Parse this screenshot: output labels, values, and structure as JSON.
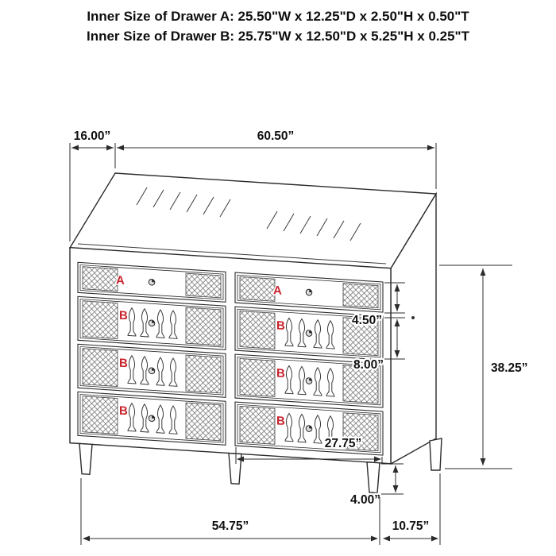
{
  "header": {
    "line1": "Inner Size of Drawer A: 25.50\"W x 12.25\"D x 2.50\"H x 0.50\"T",
    "line2": "Inner Size of Drawer B: 25.75\"W x 12.50\"D x 5.25\"H x 0.25\"T"
  },
  "drawer_labels": {
    "a": "A",
    "b": "B"
  },
  "dimensions": {
    "top_depth": "16.00”",
    "top_width": "60.50”",
    "overall_height": "38.25”",
    "drawer_a_height": "4.50”",
    "drawer_b_height": "8.00”",
    "drawer_inner_width": "27.75”",
    "leg_height": "4.00”",
    "base_width": "54.75”",
    "base_depth": "10.75”"
  },
  "colors": {
    "line": "#2b2b2b",
    "label_red": "#c8232c",
    "background": "#ffffff"
  }
}
